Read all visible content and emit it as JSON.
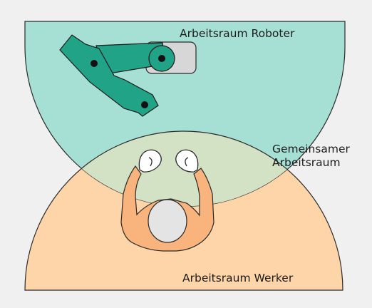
{
  "labels": {
    "robot_workspace": "Arbeitsraum Roboter",
    "shared_workspace_line1": "Gemeinsamer",
    "shared_workspace_line2": "Arbeitsraum",
    "worker_workspace": "Arbeitsraum Werker"
  },
  "colors": {
    "background": "#f0f0f0",
    "robot_zone": "#a6e0d5",
    "worker_zone": "#fdd5a8",
    "shared_zone": "#d3e1c4",
    "robot_arm": "#21a387",
    "robot_base": "#d7d7d7",
    "worker_body": "#f8b47c",
    "worker_head": "#e4e4e4",
    "outline": "#2a2a2a"
  }
}
